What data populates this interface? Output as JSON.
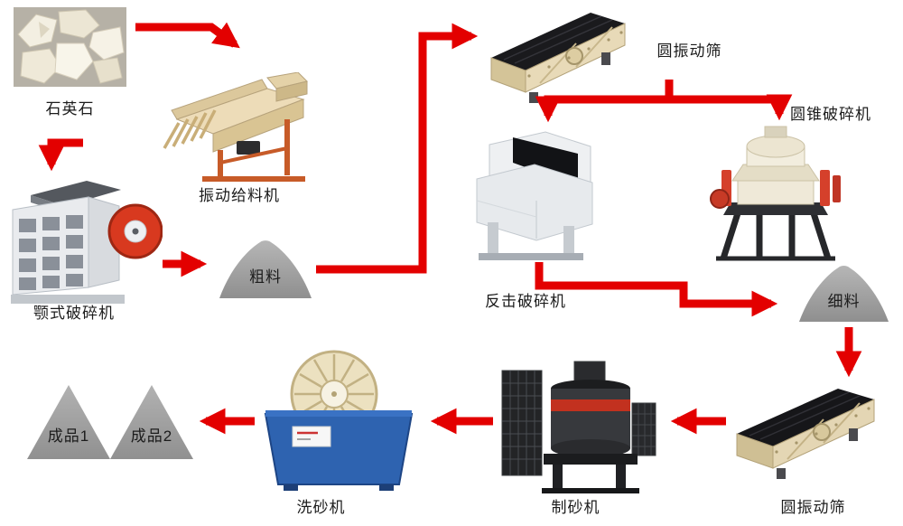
{
  "colors": {
    "arrow_red": "#e30000",
    "machine_cream": "#e8dab8",
    "washer_blue": "#2e63b0",
    "pile_gray": "#a7a7a7",
    "flywheel_red": "#d8391f"
  },
  "nodes": {
    "quartz": {
      "label": "石英石"
    },
    "vibrating_feeder": {
      "label": "振动给料机"
    },
    "jaw_crusher": {
      "label": "颚式破碎机"
    },
    "coarse_material": {
      "label": "粗料"
    },
    "circular_screen_top": {
      "label": "圆振动筛"
    },
    "cone_crusher": {
      "label": "圆锥破碎机"
    },
    "impact_crusher": {
      "label": "反击破碎机"
    },
    "fine_material": {
      "label": "细料"
    },
    "circular_screen_bottom": {
      "label": "圆振动筛"
    },
    "sand_maker": {
      "label": "制砂机"
    },
    "sand_washer": {
      "label": "洗砂机"
    },
    "product_1": {
      "label": "成品1"
    },
    "product_2": {
      "label": "成品2"
    }
  }
}
